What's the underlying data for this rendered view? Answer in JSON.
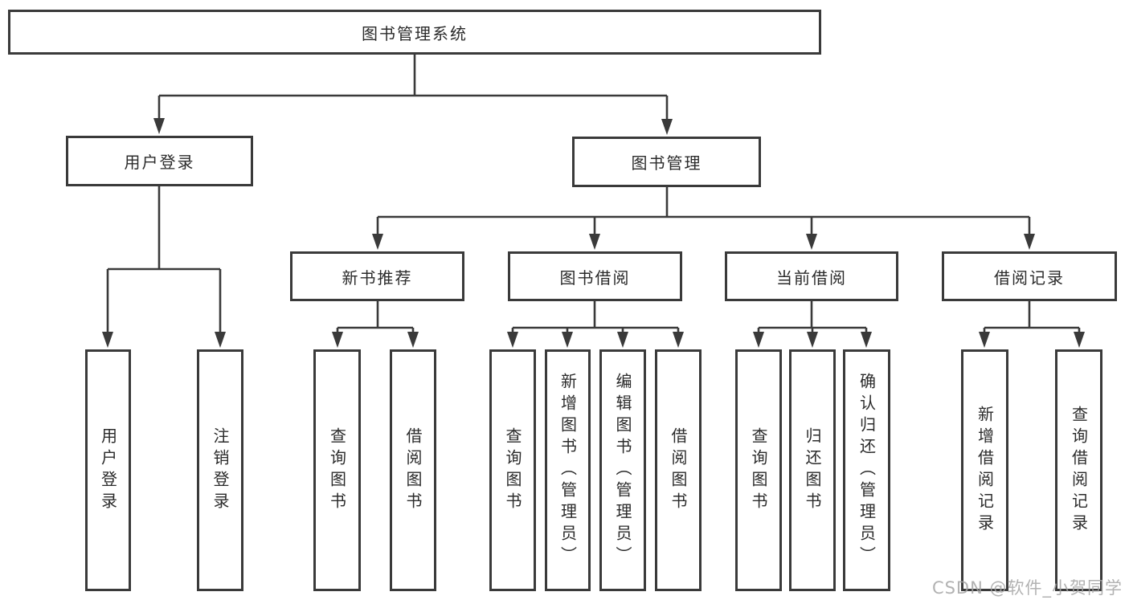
{
  "diagram": {
    "title_node": {
      "label": "图书管理系统"
    },
    "level2": [
      {
        "label": "用户登录"
      },
      {
        "label": "图书管理"
      }
    ],
    "level3": [
      {
        "label": "新书推荐",
        "parent": "图书管理"
      },
      {
        "label": "图书借阅",
        "parent": "图书管理"
      },
      {
        "label": "当前借阅",
        "parent": "图书管理"
      },
      {
        "label": "借阅记录",
        "parent": "图书管理"
      }
    ],
    "leaves": [
      {
        "label": "用户登录",
        "parent": "用户登录"
      },
      {
        "label": "注销登录",
        "parent": "用户登录"
      },
      {
        "label": "查询图书",
        "parent": "新书推荐"
      },
      {
        "label": "借阅图书",
        "parent": "新书推荐"
      },
      {
        "label": "查询图书",
        "parent": "图书借阅"
      },
      {
        "label": "新增图书（管理员）",
        "parent": "图书借阅"
      },
      {
        "label": "编辑图书（管理员）",
        "parent": "图书借阅"
      },
      {
        "label": "借阅图书",
        "parent": "图书借阅"
      },
      {
        "label": "查询图书",
        "parent": "当前借阅"
      },
      {
        "label": "归还图书",
        "parent": "当前借阅"
      },
      {
        "label": "确认归还（管理员）",
        "parent": "当前借阅"
      },
      {
        "label": "新增借阅记录",
        "parent": "借阅记录"
      },
      {
        "label": "查询借阅记录",
        "parent": "借阅记录"
      }
    ]
  },
  "watermark": "CSDN @软件_小贺同学",
  "colors": {
    "line": "#3a3a3a",
    "border": "#3a3a3a",
    "text": "#2b2b2b",
    "watermark": "#a5a5a5",
    "background": "#ffffff"
  }
}
